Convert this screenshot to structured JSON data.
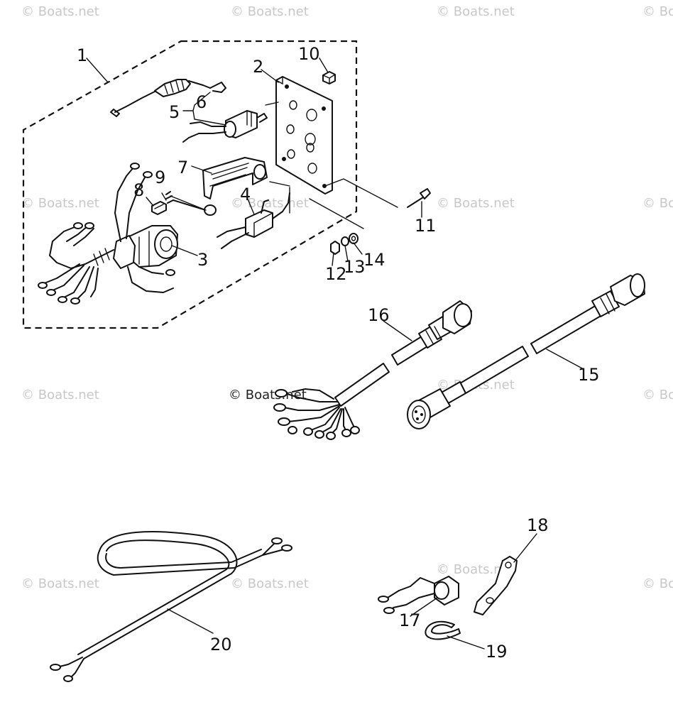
{
  "watermarks": [
    "© Boats.net",
    "© Boats.net",
    "© Boats.net",
    "© Boats.net",
    "© Boats.net",
    "© Boats.net",
    "© Boats.net",
    "© Boats.net",
    "© Boats.net",
    "© Boats.net",
    "© Boats.net",
    "© Boats.net",
    "© Boats.net",
    "© Boats.net",
    "© Boats.net",
    "© Boats.net"
  ],
  "watermark_dark": "© Boats.net",
  "callouts": {
    "c1": "1",
    "c2": "2",
    "c3": "3",
    "c4": "4",
    "c5": "5",
    "c6": "6",
    "c7": "7",
    "c8": "8",
    "c9": "9",
    "c10": "10",
    "c11": "11",
    "c12": "12",
    "c13": "13",
    "c14": "14",
    "c15": "15",
    "c16": "16",
    "c17": "17",
    "c18": "18",
    "c19": "19",
    "c20": "20"
  }
}
